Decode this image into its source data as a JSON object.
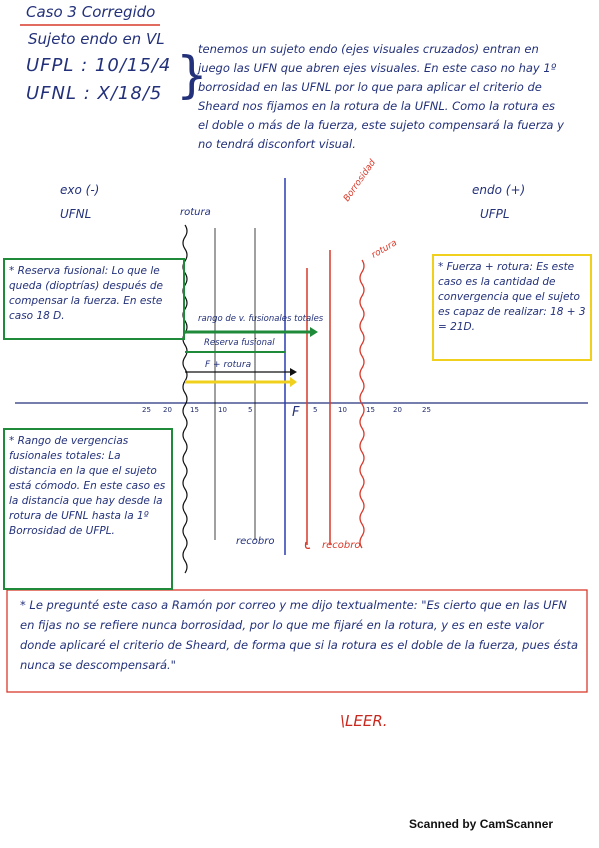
{
  "header": {
    "title": "Caso 3 Corregido",
    "subtitle": "Sujeto endo en VL",
    "ufpl": "UFPL : 10/15/4",
    "ufnl": "UFNL : X/18/5"
  },
  "intro_text": "tenemos un sujeto endo (ejes visuales cruzados) entran en juego las UFN que abren ejes visuales. En este caso no hay 1º borrosidad en las UFNL por lo que para aplicar el criterio de Sheard nos fijamos en la rotura de la UFNL. Como la rotura es el doble o más de la fuerza, este sujeto compensará la fuerza y no tendrá disconfort visual.",
  "diagram": {
    "exo_label": "exo (-)",
    "endo_label": "endo (+)",
    "ufnl_label": "UFNL",
    "ufpl_label": "UFPL",
    "rotura_label": "rotura",
    "borrosidad_label": "Borrosidad",
    "rotura_right_label": "rotura",
    "rango_label": "rango de v. fusionales totales",
    "reserva_label": "Reserva fusional",
    "f_rotura_label": "F + rotura",
    "f_label": "F",
    "recobro_left": "recobro",
    "recobro_right": "recobro",
    "ticks_left": [
      "25",
      "20",
      "15",
      "10",
      "5"
    ],
    "ticks_right": [
      "5",
      "10",
      "15",
      "20",
      "25"
    ],
    "colors": {
      "green": "#1f8a3a",
      "yellow": "#f0d01c",
      "red": "#d93a2b",
      "blue": "#23317a"
    }
  },
  "boxes": {
    "reserva": "* Reserva fusional: Lo que le queda (dioptrías) después de compensar la fuerza. En este caso 18 D.",
    "fuerza_rotura": "* Fuerza + rotura: Es este caso es la cantidad de convergencia que el sujeto es capaz de realizar: 18 + 3 = 21D.",
    "rango": "* Rango de vergencias fusionales totales: La distancia en la que el sujeto está cómodo. En este caso es la distancia que hay desde la rotura de UFNL hasta la 1º Borrosidad de UFPL."
  },
  "comment": "* Le pregunté este caso a Ramón por correo y me dijo textualmente: \"Es cierto que en las UFN en fijas no se refiere nunca borrosidad, por lo que me fijaré en la rotura, y es en este valor donde aplicaré el criterio de Sheard, de forma que si la rotura es el doble de la fuerza, pues ésta nunca se descompensará.\"",
  "leer": "\\LEER.",
  "watermark": "Scanned by CamScanner"
}
